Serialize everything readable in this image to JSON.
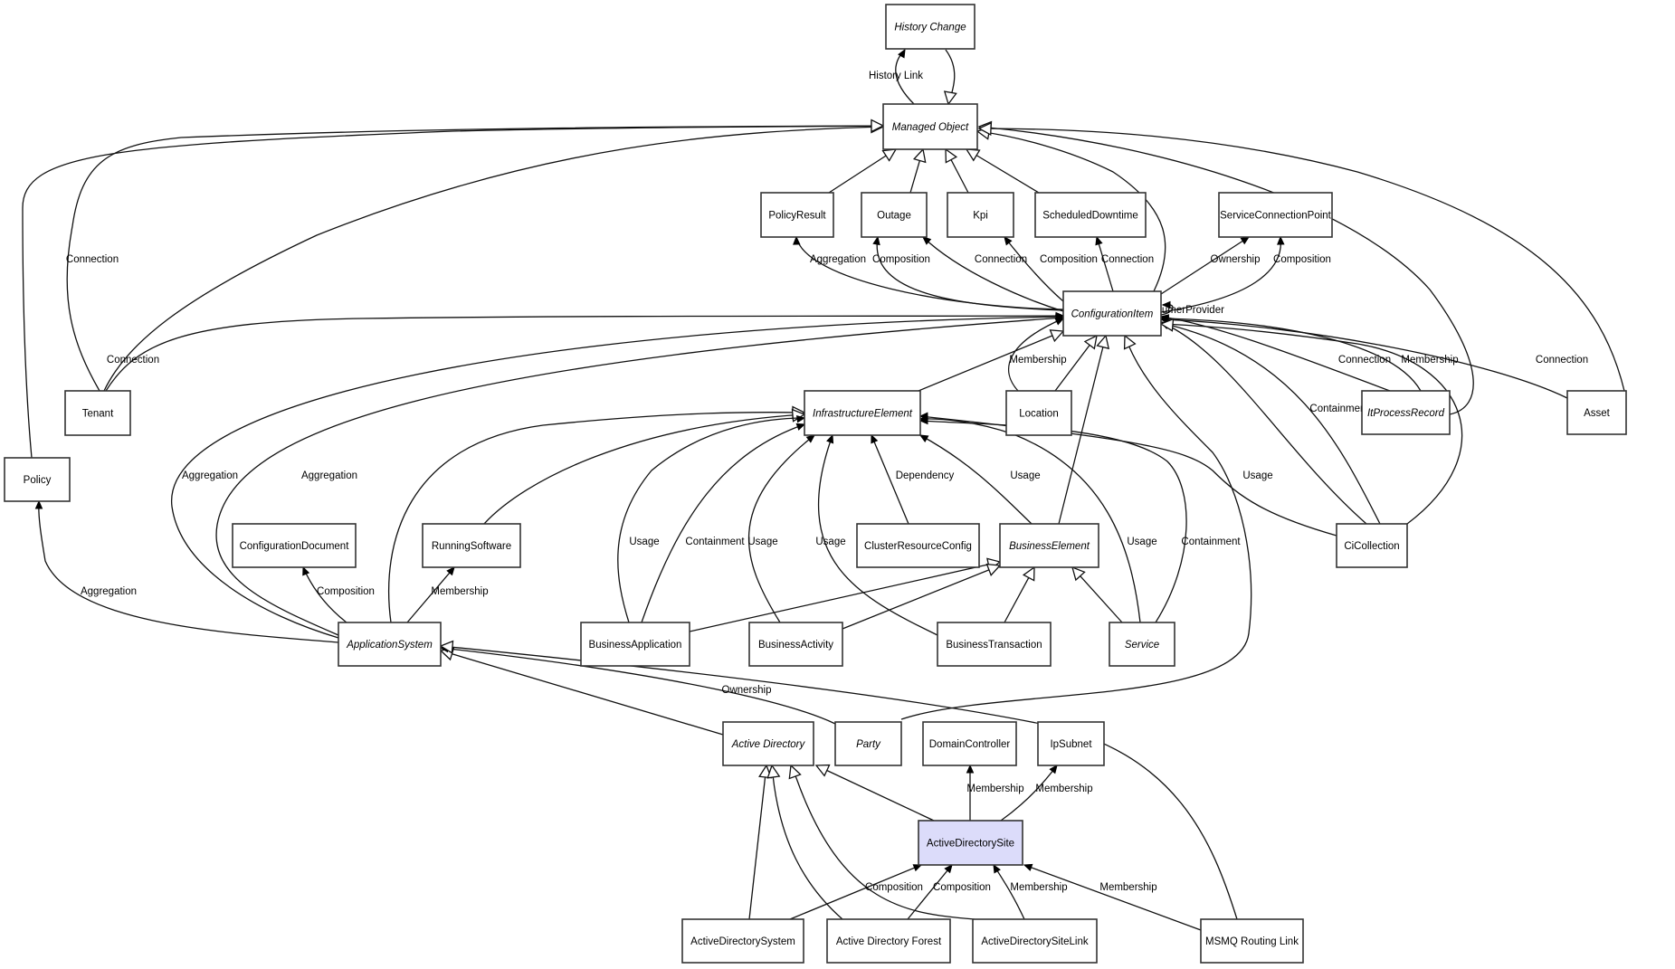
{
  "diagram": {
    "title": "ActiveDirectorySite class relationship diagram",
    "highlight_color": "#dcdcfa",
    "nodes": [
      {
        "id": "history_change",
        "label": "History Change",
        "abstract": true
      },
      {
        "id": "managed_object",
        "label": "Managed Object",
        "abstract": true
      },
      {
        "id": "policy_result",
        "label": "PolicyResult",
        "abstract": false
      },
      {
        "id": "outage",
        "label": "Outage",
        "abstract": false
      },
      {
        "id": "kpi",
        "label": "Kpi",
        "abstract": false
      },
      {
        "id": "scheduled_downtime",
        "label": "ScheduledDowntime",
        "abstract": false
      },
      {
        "id": "service_connection_point",
        "label": "ServiceConnectionPoint",
        "abstract": false
      },
      {
        "id": "configuration_item",
        "label": "ConfigurationItem",
        "abstract": true
      },
      {
        "id": "tenant",
        "label": "Tenant",
        "abstract": false
      },
      {
        "id": "policy",
        "label": "Policy",
        "abstract": false
      },
      {
        "id": "infrastructure_element",
        "label": "InfrastructureElement",
        "abstract": true
      },
      {
        "id": "location",
        "label": "Location",
        "abstract": false
      },
      {
        "id": "it_process_record",
        "label": "ItProcessRecord",
        "abstract": true
      },
      {
        "id": "asset",
        "label": "Asset",
        "abstract": false
      },
      {
        "id": "configuration_document",
        "label": "ConfigurationDocument",
        "abstract": false
      },
      {
        "id": "running_software",
        "label": "RunningSoftware",
        "abstract": false
      },
      {
        "id": "cluster_resource_config",
        "label": "ClusterResourceConfig",
        "abstract": false
      },
      {
        "id": "business_element",
        "label": "BusinessElement",
        "abstract": true
      },
      {
        "id": "ci_collection",
        "label": "CiCollection",
        "abstract": false
      },
      {
        "id": "application_system",
        "label": "ApplicationSystem",
        "abstract": true
      },
      {
        "id": "business_application",
        "label": "BusinessApplication",
        "abstract": false
      },
      {
        "id": "business_activity",
        "label": "BusinessActivity",
        "abstract": false
      },
      {
        "id": "business_transaction",
        "label": "BusinessTransaction",
        "abstract": false
      },
      {
        "id": "service",
        "label": "Service",
        "abstract": true
      },
      {
        "id": "active_directory",
        "label": "Active Directory",
        "abstract": true
      },
      {
        "id": "party",
        "label": "Party",
        "abstract": true
      },
      {
        "id": "domain_controller",
        "label": "DomainController",
        "abstract": false
      },
      {
        "id": "ip_subnet",
        "label": "IpSubnet",
        "abstract": false
      },
      {
        "id": "active_directory_site",
        "label": "ActiveDirectorySite",
        "abstract": false,
        "selected": true
      },
      {
        "id": "active_directory_system",
        "label": "ActiveDirectorySystem",
        "abstract": false
      },
      {
        "id": "active_directory_forest",
        "label": "Active Directory Forest",
        "abstract": false
      },
      {
        "id": "active_directory_site_link",
        "label": "ActiveDirectorySiteLink",
        "abstract": false
      },
      {
        "id": "msmq_routing_link",
        "label": "MSMQ Routing Link",
        "abstract": false
      }
    ],
    "edges": [
      {
        "from": "managed_object",
        "to": "history_change",
        "label": "History Link",
        "kind": "association"
      },
      {
        "from": "history_change",
        "to": "managed_object",
        "label": "",
        "kind": "inheritance"
      },
      {
        "from": "policy_result",
        "to": "managed_object",
        "label": "",
        "kind": "inheritance"
      },
      {
        "from": "outage",
        "to": "managed_object",
        "label": "",
        "kind": "inheritance"
      },
      {
        "from": "kpi",
        "to": "managed_object",
        "label": "",
        "kind": "inheritance"
      },
      {
        "from": "scheduled_downtime",
        "to": "managed_object",
        "label": "",
        "kind": "inheritance"
      },
      {
        "from": "configuration_item",
        "to": "managed_object",
        "label": "",
        "kind": "inheritance"
      },
      {
        "from": "it_process_record",
        "to": "managed_object",
        "label": "",
        "kind": "inheritance"
      },
      {
        "from": "asset",
        "to": "managed_object",
        "label": "",
        "kind": "inheritance"
      },
      {
        "from": "tenant",
        "to": "managed_object",
        "label": "Connection",
        "kind": "association"
      },
      {
        "from": "tenant",
        "to": "managed_object",
        "label": "",
        "kind": "inheritance"
      },
      {
        "from": "policy",
        "to": "managed_object",
        "label": "",
        "kind": "inheritance"
      },
      {
        "from": "configuration_item",
        "to": "policy_result",
        "label": "Aggregation",
        "kind": "association"
      },
      {
        "from": "configuration_item",
        "to": "outage",
        "label": "Composition",
        "kind": "association"
      },
      {
        "from": "configuration_item",
        "to": "outage",
        "label": "Connection",
        "kind": "association"
      },
      {
        "from": "configuration_item",
        "to": "kpi",
        "label": "Composition",
        "kind": "association"
      },
      {
        "from": "configuration_item",
        "to": "scheduled_downtime",
        "label": "Connection",
        "kind": "association"
      },
      {
        "from": "configuration_item",
        "to": "service_connection_point",
        "label": "Ownership",
        "kind": "association"
      },
      {
        "from": "configuration_item",
        "to": "service_connection_point",
        "label": "Composition",
        "kind": "association"
      },
      {
        "from": "configuration_item",
        "to": "configuration_item",
        "label": "ConsumerProvider",
        "kind": "association"
      },
      {
        "from": "tenant",
        "to": "configuration_item",
        "label": "Connection",
        "kind": "association"
      },
      {
        "from": "infrastructure_element",
        "to": "configuration_item",
        "label": "",
        "kind": "inheritance"
      },
      {
        "from": "location",
        "to": "configuration_item",
        "label": "Membership",
        "kind": "association"
      },
      {
        "from": "location",
        "to": "configuration_item",
        "label": "",
        "kind": "inheritance"
      },
      {
        "from": "business_element",
        "to": "configuration_item",
        "label": "",
        "kind": "inheritance"
      },
      {
        "from": "party",
        "to": "configuration_item",
        "label": "",
        "kind": "inheritance"
      },
      {
        "from": "it_process_record",
        "to": "configuration_item",
        "label": "Connection",
        "kind": "association"
      },
      {
        "from": "it_process_record",
        "to": "configuration_item",
        "label": "Membership",
        "kind": "association"
      },
      {
        "from": "asset",
        "to": "configuration_item",
        "label": "Connection",
        "kind": "association"
      },
      {
        "from": "ci_collection",
        "to": "configuration_item",
        "label": "Containment",
        "kind": "association"
      },
      {
        "from": "ci_collection",
        "to": "configuration_item",
        "label": "Membership",
        "kind": "association"
      },
      {
        "from": "ci_collection",
        "to": "configuration_item",
        "label": "",
        "kind": "inheritance"
      },
      {
        "from": "application_system",
        "to": "configuration_item",
        "label": "Aggregation",
        "kind": "association"
      },
      {
        "from": "application_system",
        "to": "configuration_item",
        "label": "Aggregation",
        "kind": "association"
      },
      {
        "from": "application_system",
        "to": "policy",
        "label": "Aggregation",
        "kind": "association"
      },
      {
        "from": "application_system",
        "to": "infrastructure_element",
        "label": "",
        "kind": "inheritance"
      },
      {
        "from": "running_software",
        "to": "infrastructure_element",
        "label": "",
        "kind": "inheritance"
      },
      {
        "from": "business_application",
        "to": "infrastructure_element",
        "label": "Usage",
        "kind": "association"
      },
      {
        "from": "business_application",
        "to": "infrastructure_element",
        "label": "Containment",
        "kind": "association"
      },
      {
        "from": "business_activity",
        "to": "infrastructure_element",
        "label": "Usage",
        "kind": "association"
      },
      {
        "from": "business_transaction",
        "to": "infrastructure_element",
        "label": "Usage",
        "kind": "association"
      },
      {
        "from": "cluster_resource_config",
        "to": "infrastructure_element",
        "label": "Dependency",
        "kind": "association"
      },
      {
        "from": "business_element",
        "to": "infrastructure_element",
        "label": "Usage",
        "kind": "association"
      },
      {
        "from": "service",
        "to": "infrastructure_element",
        "label": "Usage",
        "kind": "association"
      },
      {
        "from": "service",
        "to": "infrastructure_element",
        "label": "Containment",
        "kind": "association"
      },
      {
        "from": "ci_collection",
        "to": "infrastructure_element",
        "label": "Usage",
        "kind": "association"
      },
      {
        "from": "application_system",
        "to": "configuration_document",
        "label": "Composition",
        "kind": "association"
      },
      {
        "from": "application_system",
        "to": "running_software",
        "label": "Membership",
        "kind": "association"
      },
      {
        "from": "business_application",
        "to": "business_element",
        "label": "",
        "kind": "inheritance"
      },
      {
        "from": "business_activity",
        "to": "business_element",
        "label": "",
        "kind": "inheritance"
      },
      {
        "from": "business_transaction",
        "to": "business_element",
        "label": "",
        "kind": "inheritance"
      },
      {
        "from": "service",
        "to": "business_element",
        "label": "",
        "kind": "inheritance"
      },
      {
        "from": "active_directory",
        "to": "application_system",
        "label": "",
        "kind": "inheritance"
      },
      {
        "from": "party",
        "to": "application_system",
        "label": "Ownership",
        "kind": "association"
      },
      {
        "from": "msmq_routing_link",
        "to": "application_system",
        "label": "",
        "kind": "inheritance"
      },
      {
        "from": "active_directory_site",
        "to": "active_directory",
        "label": "",
        "kind": "inheritance"
      },
      {
        "from": "active_directory_site",
        "to": "domain_controller",
        "label": "Membership",
        "kind": "association"
      },
      {
        "from": "active_directory_site",
        "to": "ip_subnet",
        "label": "Membership",
        "kind": "association"
      },
      {
        "from": "active_directory_system",
        "to": "active_directory",
        "label": "",
        "kind": "inheritance"
      },
      {
        "from": "active_directory_forest",
        "to": "active_directory",
        "label": "",
        "kind": "inheritance"
      },
      {
        "from": "active_directory_site_link",
        "to": "active_directory",
        "label": "",
        "kind": "inheritance"
      },
      {
        "from": "active_directory_system",
        "to": "active_directory_site",
        "label": "Composition",
        "kind": "association"
      },
      {
        "from": "active_directory_forest",
        "to": "active_directory_site",
        "label": "Composition",
        "kind": "association"
      },
      {
        "from": "active_directory_site_link",
        "to": "active_directory_site",
        "label": "Membership",
        "kind": "association"
      },
      {
        "from": "msmq_routing_link",
        "to": "active_directory_site",
        "label": "Membership",
        "kind": "association"
      }
    ]
  }
}
